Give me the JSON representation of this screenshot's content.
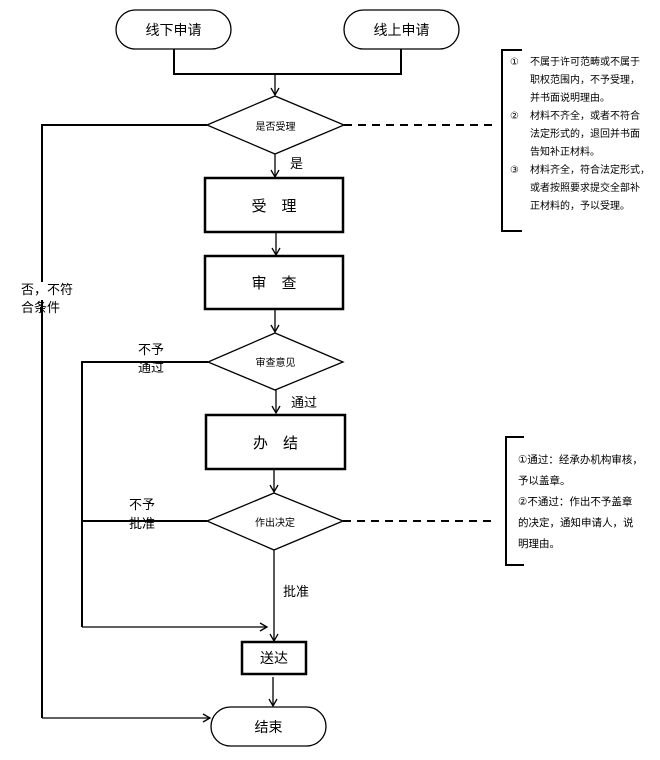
{
  "diagram": {
    "type": "flowchart",
    "nodes": {
      "offline_apply": "线下申请",
      "online_apply": "线上申请",
      "decision_accept": "是否受理",
      "accept": "受　理",
      "review": "审　查",
      "decision_review": "审查意见",
      "handle": "办　结",
      "decision_make": "作出决定",
      "deliver": "送达",
      "end": "结束"
    },
    "edge_labels": {
      "yes": "是",
      "no_not_meet_1": "否，不符",
      "no_not_meet_2": "合条件",
      "not_passed_1": "不予",
      "not_passed_2": "通过",
      "passed": "通过",
      "not_approved_1": "不予",
      "not_approved_2": "批准",
      "approved": "批准"
    },
    "note_accept": {
      "items": [
        {
          "num": "①",
          "lines": [
            "不属于许可范畴或不属于",
            "职权范围内，不予受理，",
            "并书面说明理由。"
          ]
        },
        {
          "num": "②",
          "lines": [
            "材料不齐全，或者不符合",
            "法定形式的，退回并书面",
            "告知补正材料。"
          ]
        },
        {
          "num": "③",
          "lines": [
            "材料齐全，符合法定形式，",
            "或者按照要求提交全部补",
            "正材料的，予以受理。"
          ]
        }
      ]
    },
    "note_decision": {
      "lines": [
        "①通过：经承办机构审核，",
        "予以盖章。",
        "②不通过：作出不予盖章",
        "的决定，通知申请人，说",
        "明理由。"
      ]
    }
  }
}
